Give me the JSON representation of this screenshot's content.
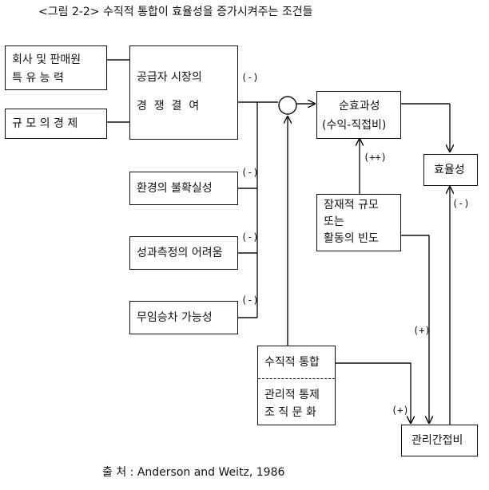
{
  "title": "<그림 2-2> 수직적 통합이 효율성을 증가시켜주는 조건들",
  "boxes": {
    "company_sales": {
      "line1": "회사 및 판매원",
      "line2": "특 유 능 력"
    },
    "scale_economy": {
      "label": "규 모 의 경 제"
    },
    "supplier_market": {
      "line1": "공급자 시장의",
      "line2": "경  쟁  결  여"
    },
    "env_uncertainty": {
      "label": "환경의 불확실성"
    },
    "perf_measurement": {
      "label": "성과측정의 어려움"
    },
    "free_riding": {
      "label": "무임승차 가능성"
    },
    "net_effect": {
      "line1": "순효과성",
      "line2": "(수익-직접비)"
    },
    "efficiency": {
      "label": "효율성"
    },
    "potential_scale": {
      "line1": "잠재적 규모",
      "line2": "또는",
      "line3": "활동의 빈도"
    },
    "vertical_integration": {
      "line1": "수직적 통합",
      "line2": "관리적 통제",
      "line3": "조 직 문 화"
    },
    "admin_cost": {
      "label": "관리간접비"
    }
  },
  "signs": {
    "supplier_market": "(-)",
    "env_uncertainty": "(-)",
    "perf_measurement": "(-)",
    "free_riding": "(-)",
    "potential_to_net": "(++)",
    "admin_to_efficiency": "(-)",
    "potential_to_admin": "(+)",
    "integration_to_admin": "(+)"
  },
  "source": "출 처 : Anderson and Weitz, 1986"
}
